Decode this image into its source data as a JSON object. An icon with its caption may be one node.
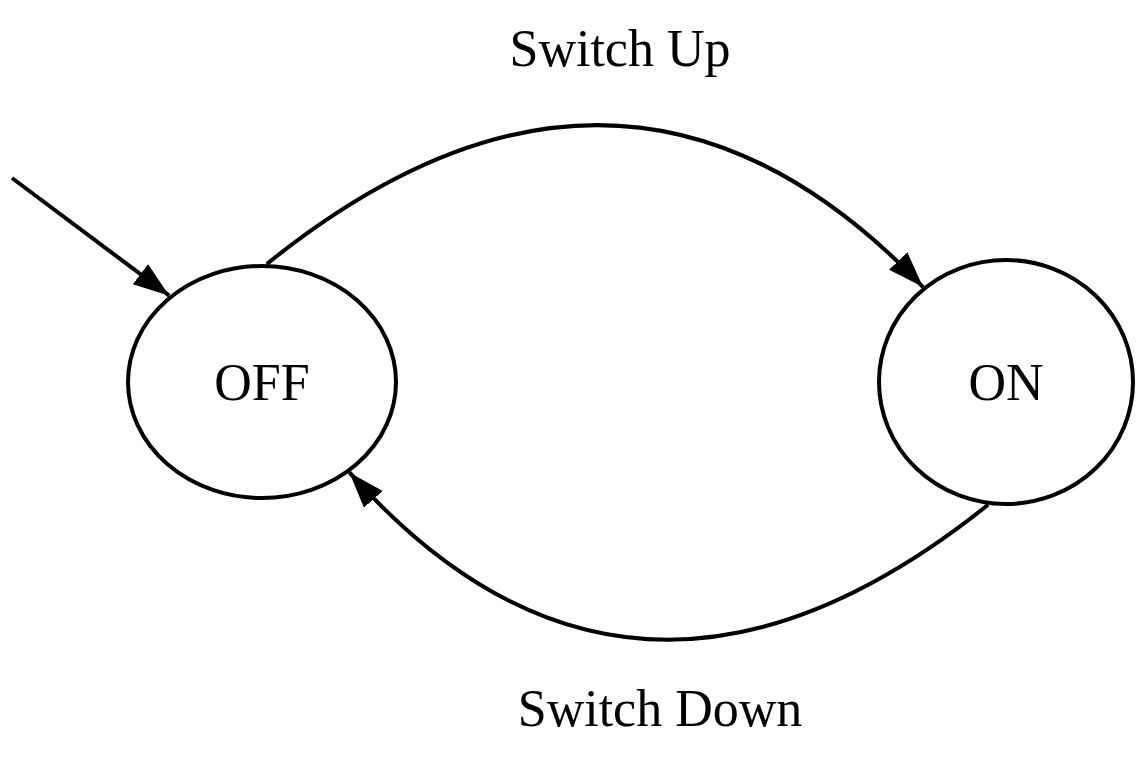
{
  "diagram": {
    "nodes": [
      {
        "text": [
          "OFF"
        ]
      },
      {
        "text": [
          "ON"
        ]
      }
    ],
    "edges": [
      {
        "from": null,
        "to": 0,
        "arrow": "to"
      },
      {
        "from": 0,
        "to": 1,
        "arrow": "to",
        "label": "Switch Up"
      },
      {
        "from": 1,
        "to": 0,
        "arrow": "to",
        "label": "Switch Down"
      }
    ]
  }
}
